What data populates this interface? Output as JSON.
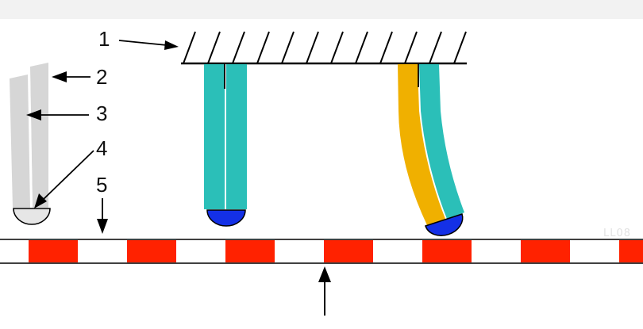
{
  "labels": [
    {
      "text": "1"
    },
    {
      "text": "2"
    },
    {
      "text": "3"
    },
    {
      "text": "4"
    },
    {
      "text": "5"
    }
  ],
  "watermark": "LL08",
  "colors": {
    "background": "#ffffff",
    "top_strip": "#f2f2f2",
    "legend_layer": "#d6d6d6",
    "legend_tip": "#e6e6e6",
    "layer_teal": "#2bbfb8",
    "layer_orange": "#f0b000",
    "tip_blue": "#1430e6",
    "stripe_red": "#ff2200",
    "line": "#000000"
  }
}
